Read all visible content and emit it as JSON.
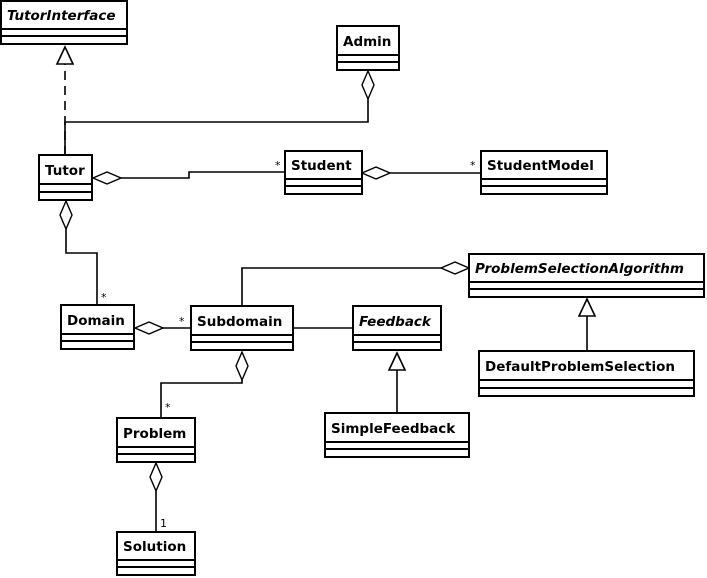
{
  "classes": {
    "tutor_interface": "TutorInterface",
    "admin": "Admin",
    "tutor": "Tutor",
    "student": "Student",
    "student_model": "StudentModel",
    "problem_selection_algorithm": "ProblemSelectionAlgorithm",
    "domain": "Domain",
    "subdomain": "Subdomain",
    "feedback": "Feedback",
    "default_problem_selection": "DefaultProblemSelection",
    "problem": "Problem",
    "simple_feedback": "SimpleFeedback",
    "solution": "Solution"
  },
  "multiplicities": {
    "tutor_student": "*",
    "student_studentmodel": "*",
    "tutor_domain": "*",
    "domain_subdomain": "*",
    "subdomain_problem": "*",
    "problem_solution": "1"
  },
  "colors": {
    "stroke": "#000000",
    "fill": "#ffffff"
  }
}
